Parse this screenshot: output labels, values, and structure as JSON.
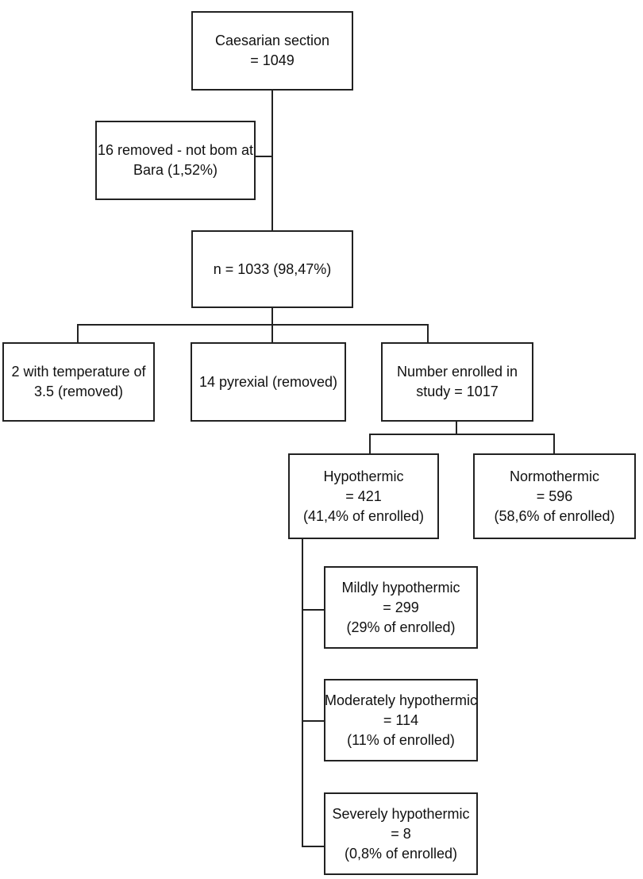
{
  "boxes": {
    "caesarian": {
      "lines": [
        "Caesarian section",
        "= 1049"
      ]
    },
    "removed_not_born": {
      "lines": [
        "16 removed - not bom at",
        "Bara (1,52%)"
      ]
    },
    "total_n": {
      "lines": [
        "n = 1033 (98,47%)"
      ]
    },
    "temperature_removed": {
      "lines": [
        "2 with temperature of",
        "3.5 (removed)"
      ]
    },
    "pyrexial": {
      "lines": [
        "14 pyrexial (removed)"
      ]
    },
    "enrolled": {
      "lines": [
        "Number enrolled in",
        "study = 1017"
      ]
    },
    "hypothermic": {
      "lines": [
        "Hypothermic",
        "= 421",
        "(41,4% of enrolled)"
      ]
    },
    "normothermic": {
      "lines": [
        "Normothermic",
        "= 596",
        "(58,6% of enrolled)"
      ]
    },
    "mildly": {
      "lines": [
        "Mildly hypothermic",
        "= 299",
        "(29% of enrolled)"
      ]
    },
    "moderately": {
      "lines": [
        "Moderately hypothermic",
        "= 114",
        "(11% of enrolled)"
      ]
    },
    "severely": {
      "lines": [
        "Severely hypothermic",
        "= 8",
        "(0,8% of enrolled)"
      ]
    }
  }
}
